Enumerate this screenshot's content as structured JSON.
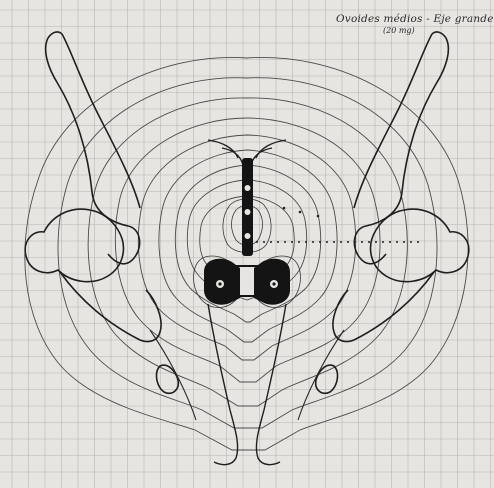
{
  "figure": {
    "caption_line1": "Ovoides médios - Eje grande",
    "caption_line2": "(20 mg)",
    "colors": {
      "paper": "#e6e5e1",
      "grid": "#b7b6b1",
      "ink": "#1f1f1f",
      "isodose": "#4a4a4a",
      "source_fill": "#141414"
    },
    "elements": [
      "grid-background",
      "left-iliac-bone",
      "right-iliac-bone",
      "left-femoral-head",
      "right-femoral-head",
      "uterus-outline",
      "intrauterine-applicator",
      "left-ovoid-source",
      "right-ovoid-source",
      "isodose-curves",
      "dotted-reference-line",
      "vaginal-outline"
    ]
  }
}
